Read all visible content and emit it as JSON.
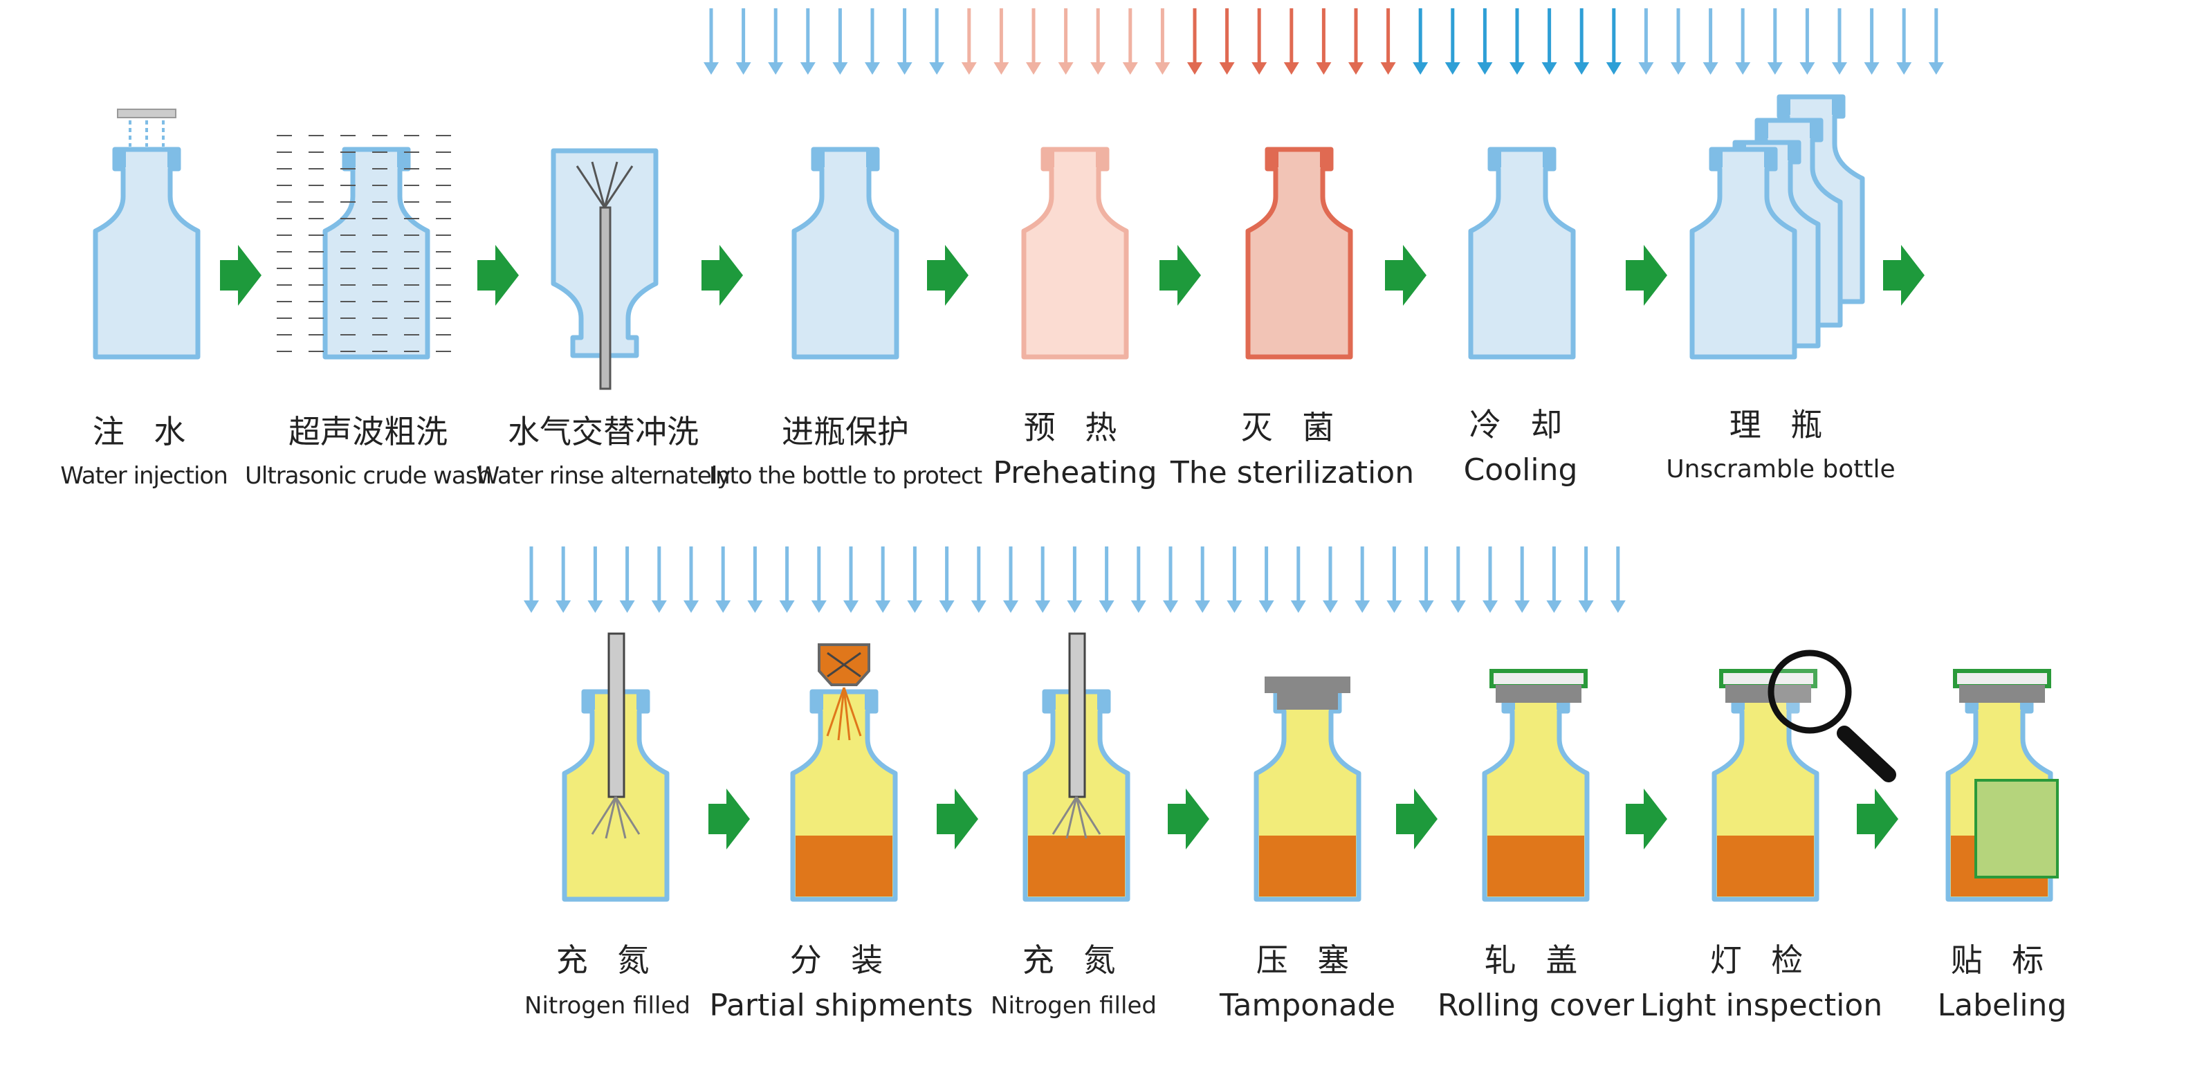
{
  "colors": {
    "water_blue": "#7fbde6",
    "bottle_fill_blue": "#d6e8f5",
    "preheat_pink": "#f0b2a2",
    "preheat_fill": "#fbdcd2",
    "sterile_red": "#e06a52",
    "sterile_fill": "#f2c4b6",
    "cool_blue": "#2e9fd6",
    "arrow_green": "#1e9a3c",
    "liquid_yellow": "#f2ec7a",
    "liquid_orange": "#e0771b",
    "stopper_gray": "#888888",
    "cap_green": "#2a9a3a",
    "label_green": "#b5d47c"
  },
  "steps_row1": [
    {
      "cn": "注 水",
      "en": "Water injection",
      "icon": "water-injection-bottle-icon"
    },
    {
      "cn": "超声波粗洗",
      "en": "Ultrasonic crude wash",
      "icon": "ultrasonic-wash-bottle-icon"
    },
    {
      "cn": "水气交替冲洗",
      "en": "Water rinse alternately",
      "icon": "rinse-bottle-icon"
    },
    {
      "cn": "进瓶保护",
      "en": "Into the bottle to protect",
      "icon": "protect-bottle-icon"
    },
    {
      "cn": "预 热",
      "en": "Preheating",
      "icon": "preheat-bottle-icon"
    },
    {
      "cn": "灭 菌",
      "en": "The sterilization",
      "icon": "sterilization-bottle-icon"
    },
    {
      "cn": "冷 却",
      "en": "Cooling",
      "icon": "cooling-bottle-icon"
    },
    {
      "cn": "理 瓶",
      "en": "Unscramble bottle",
      "icon": "unscramble-bottles-icon"
    }
  ],
  "steps_row2": [
    {
      "cn": "充 氮",
      "en": "Nitrogen filled",
      "icon": "nitrogen-fill-bottle-icon"
    },
    {
      "cn": "分 装",
      "en": "Partial shipments",
      "icon": "filling-bottle-icon"
    },
    {
      "cn": "充 氮",
      "en": "Nitrogen filled",
      "icon": "nitrogen-fill-bottle-icon"
    },
    {
      "cn": "压 塞",
      "en": "Tamponade",
      "icon": "stopper-bottle-icon"
    },
    {
      "cn": "轧 盖",
      "en": "Rolling cover",
      "icon": "capped-bottle-icon"
    },
    {
      "cn": "灯 检",
      "en": "Light inspection",
      "icon": "magnifier-inspection-icon"
    },
    {
      "cn": "贴 标",
      "en": "Labeling",
      "icon": "labeled-bottle-icon"
    }
  ]
}
